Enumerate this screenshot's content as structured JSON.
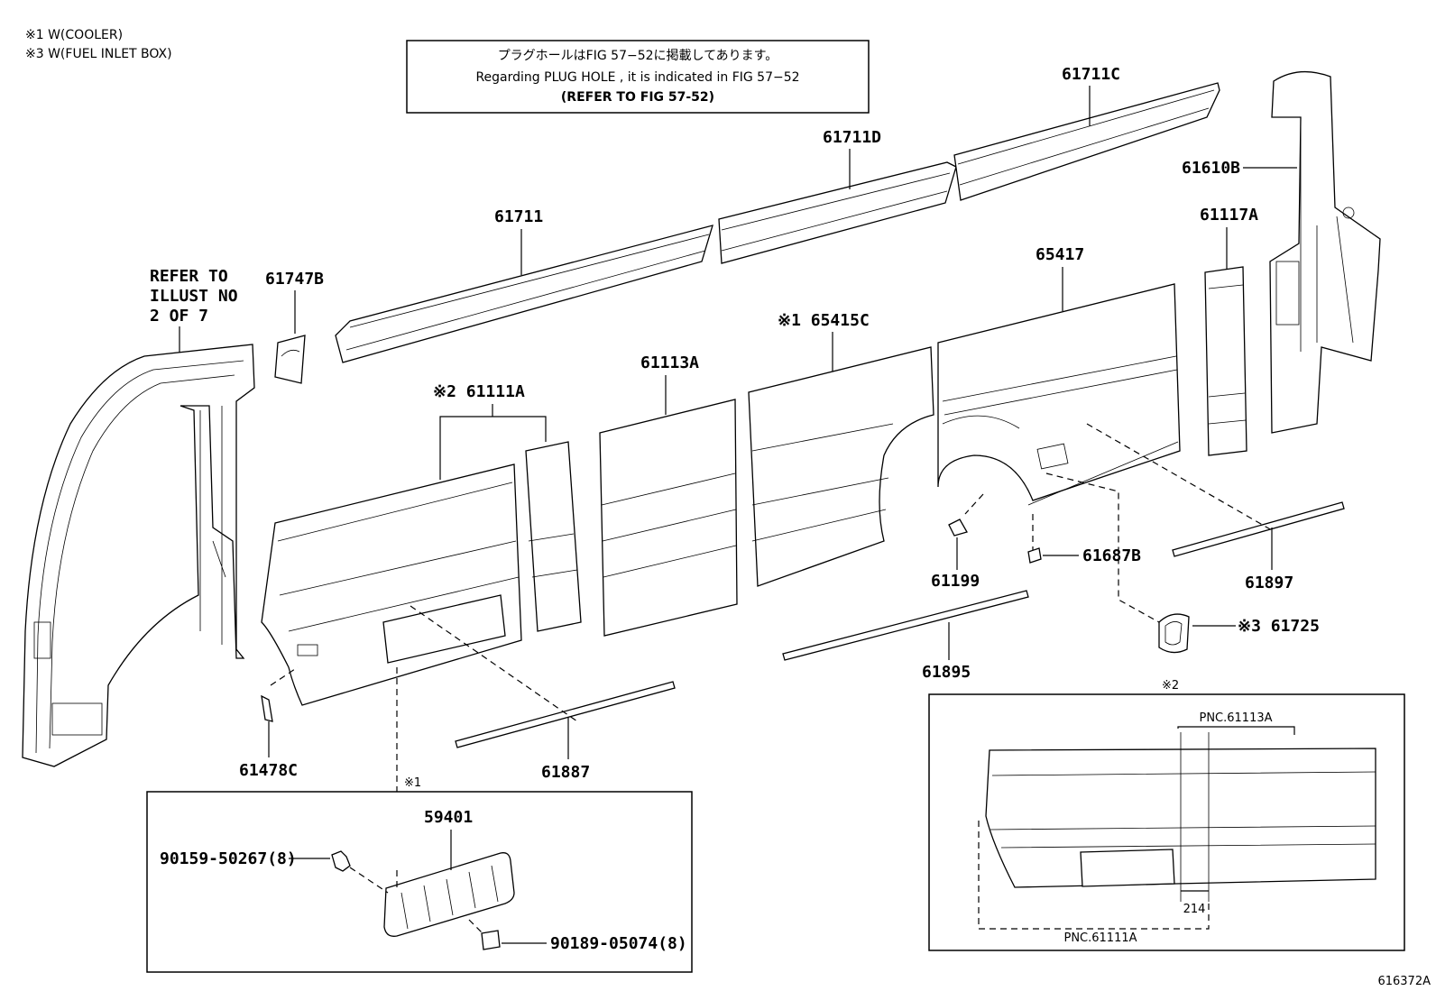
{
  "legend": {
    "line1": "※1 W(COOLER)",
    "line2": "※3 W(FUEL INLET BOX)"
  },
  "notice": {
    "jp": "プラグホールはFIG 57−52に掲載してあります。",
    "en": "Regarding PLUG HOLE , it is indicated in FIG 57−52",
    "ref": "(REFER TO FIG 57-52)"
  },
  "refer_note": [
    "REFER TO",
    "ILLUST NO",
    "2 OF 7"
  ],
  "parts": {
    "p61711C": "61711C",
    "p61711D": "61711D",
    "p61711": "61711",
    "p61610B": "61610B",
    "p61117A": "61117A",
    "p65417": "65417",
    "p65415C": "※1 65415C",
    "p61747B": "61747B",
    "p61113A": "61113A",
    "p61111A": "※2 61111A",
    "p61687B": "61687B",
    "p61199": "61199",
    "p61897": "61897",
    "p61725": "※3 61725",
    "p61895": "61895",
    "p61478C": "61478C",
    "p61887": "61887",
    "p59401": "59401",
    "p90159": "90159-50267(8)",
    "p90189": "90189-05074(8)"
  },
  "inset_cooler": {
    "mark": "※1"
  },
  "inset_detail": {
    "mark": "※2",
    "pnc_top": "PNC.61113A",
    "pnc_bottom": "PNC.61111A",
    "dimension": "214"
  },
  "figure_id": "616372A"
}
